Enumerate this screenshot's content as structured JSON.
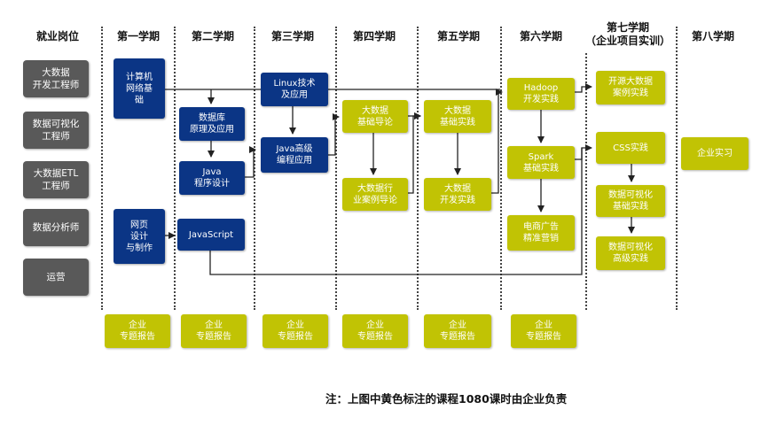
{
  "headers": {
    "roles": "就业岗位",
    "sem1": "第一学期",
    "sem2": "第二学期",
    "sem3": "第三学期",
    "sem4": "第四学期",
    "sem5": "第五学期",
    "sem6": "第六学期",
    "sem7_line1": "第七学期",
    "sem7_line2": "（企业项目实训）",
    "sem8": "第八学期"
  },
  "roles": [
    "大数据\n开发工程师",
    "数据可视化\n工程师",
    "大数据ETL\n工程师",
    "数据分析师",
    "运营"
  ],
  "courses": {
    "c1_1": "计算机\n网络基\n础",
    "c1_2": "网页\n设计\n与制作",
    "c2_1": "数据库\n原理及应用",
    "c2_2": "Java\n程序设计",
    "c2_3": "JavaScript",
    "c3_1": "Linux技术\n及应用",
    "c3_2": "Java高级\n编程应用",
    "c4_1": "大数据\n基础导论",
    "c4_2": "大数据行\n业案例导论",
    "c5_1": "大数据\n基础实践",
    "c5_2": "大数据\n开发实践",
    "c6_1": "Hadoop\n开发实践",
    "c6_2": "Spark\n基础实践",
    "c6_3": "电商广告\n精准营销",
    "c7_1": "开源大数据\n案例实践",
    "c7_2": "CSS实践",
    "c7_3": "数据可视化\n基础实践",
    "c7_4": "数据可视化\n高级实践",
    "c8_1": "企业实习"
  },
  "report_label": "企业\n专题报告",
  "note": "注：上图中黄色标注的课程1080课时由企业负责",
  "colors": {
    "blue": "#0b3585",
    "yellow": "#c1c304",
    "gray": "#595959"
  }
}
